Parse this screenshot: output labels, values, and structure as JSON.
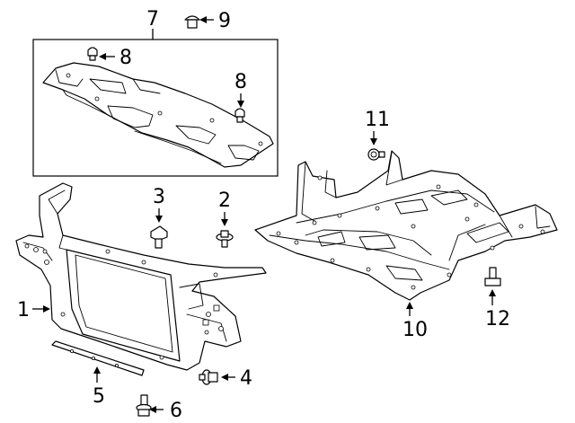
{
  "callouts": [
    {
      "id": "c7",
      "text": "7"
    },
    {
      "id": "c9",
      "text": "9"
    },
    {
      "id": "c8a",
      "text": "8"
    },
    {
      "id": "c8b",
      "text": "8"
    },
    {
      "id": "c11",
      "text": "11"
    },
    {
      "id": "c3",
      "text": "3"
    },
    {
      "id": "c2",
      "text": "2"
    },
    {
      "id": "c1",
      "text": "1"
    },
    {
      "id": "c10",
      "text": "10"
    },
    {
      "id": "c12",
      "text": "12"
    },
    {
      "id": "c4",
      "text": "4"
    },
    {
      "id": "c5",
      "text": "5"
    },
    {
      "id": "c6",
      "text": "6"
    }
  ],
  "parts": [
    {
      "ref": "1",
      "name": "radiator-support-icon"
    },
    {
      "ref": "2",
      "name": "bolt-icon"
    },
    {
      "ref": "3",
      "name": "bolt-icon"
    },
    {
      "ref": "4",
      "name": "bolt-icon"
    },
    {
      "ref": "5",
      "name": "strip-icon"
    },
    {
      "ref": "6",
      "name": "bolt-icon"
    },
    {
      "ref": "7",
      "name": "cover-panel-icon"
    },
    {
      "ref": "8",
      "name": "clip-icon"
    },
    {
      "ref": "9",
      "name": "clip-icon"
    },
    {
      "ref": "10",
      "name": "splash-shield-icon"
    },
    {
      "ref": "11",
      "name": "clip-icon"
    },
    {
      "ref": "12",
      "name": "bolt-icon"
    }
  ],
  "colors": {
    "line": "#000000",
    "fill": "#ffffff"
  }
}
